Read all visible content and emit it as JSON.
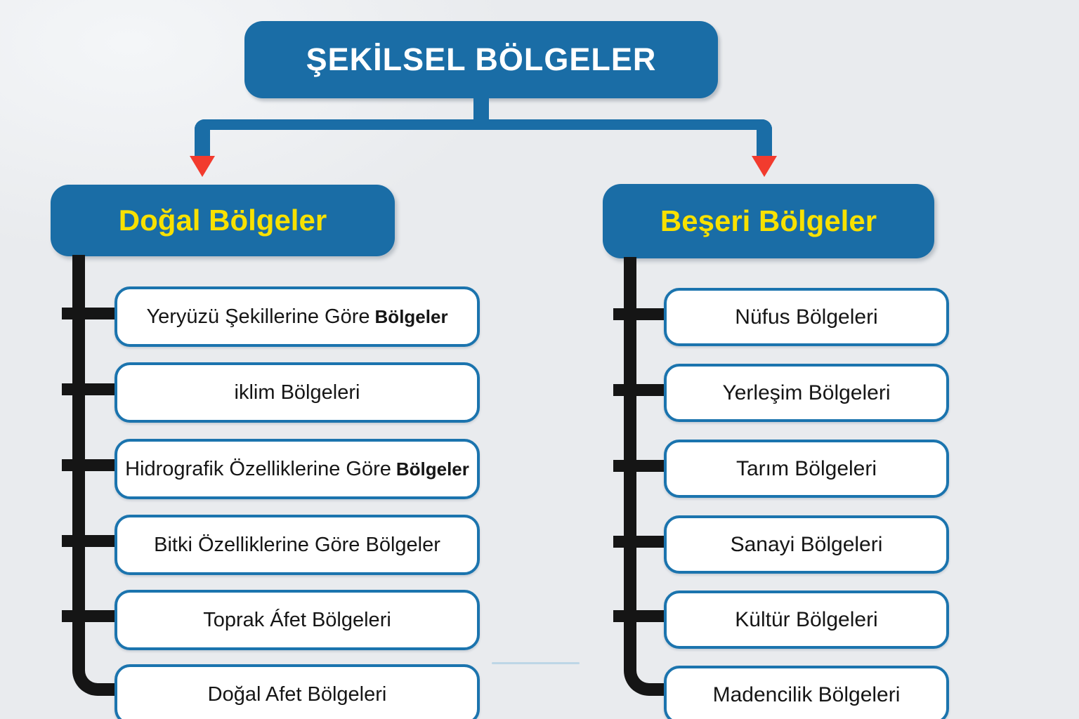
{
  "root": {
    "title": "ŞEKİLSEL BÖLGELER"
  },
  "branches": {
    "dogal": {
      "title": "Doğal Bölgeler",
      "items": [
        {
          "text": "Yeryüzü Şekillerine Göre",
          "bold": "Bölgeler"
        },
        {
          "text": "iklim Bölgeleri",
          "bold": ""
        },
        {
          "text": "Hidrografik Özelliklerine Göre",
          "bold": "Bölgeler"
        },
        {
          "text": "Bitki Özelliklerine Göre Bölgeler",
          "bold": ""
        },
        {
          "text": "Toprak Áfet Bölgeleri",
          "bold": ""
        },
        {
          "text": "Doğal Afet Bölgeleri",
          "bold": ""
        }
      ]
    },
    "beseri": {
      "title": "Beşeri Bölgeler",
      "items": [
        {
          "text": "Nüfus Bölgeleri",
          "bold": ""
        },
        {
          "text": "Yerleşim Bölgeleri",
          "bold": ""
        },
        {
          "text": "Tarım Bölgeleri",
          "bold": ""
        },
        {
          "text": "Sanayi Bölgeleri",
          "bold": ""
        },
        {
          "text": "Kültür Bölgeleri",
          "bold": ""
        },
        {
          "text": "Madencilik Bölgeleri",
          "bold": ""
        }
      ]
    }
  },
  "icons": {
    "arrow_left": "down-arrow",
    "arrow_right": "down-arrow"
  },
  "colors": {
    "blue": "#1a6da6",
    "yellow": "#f8e100",
    "red": "#f23b2e",
    "ink": "#151515",
    "bg": "#e9ebee",
    "border": "#1b74ae"
  }
}
